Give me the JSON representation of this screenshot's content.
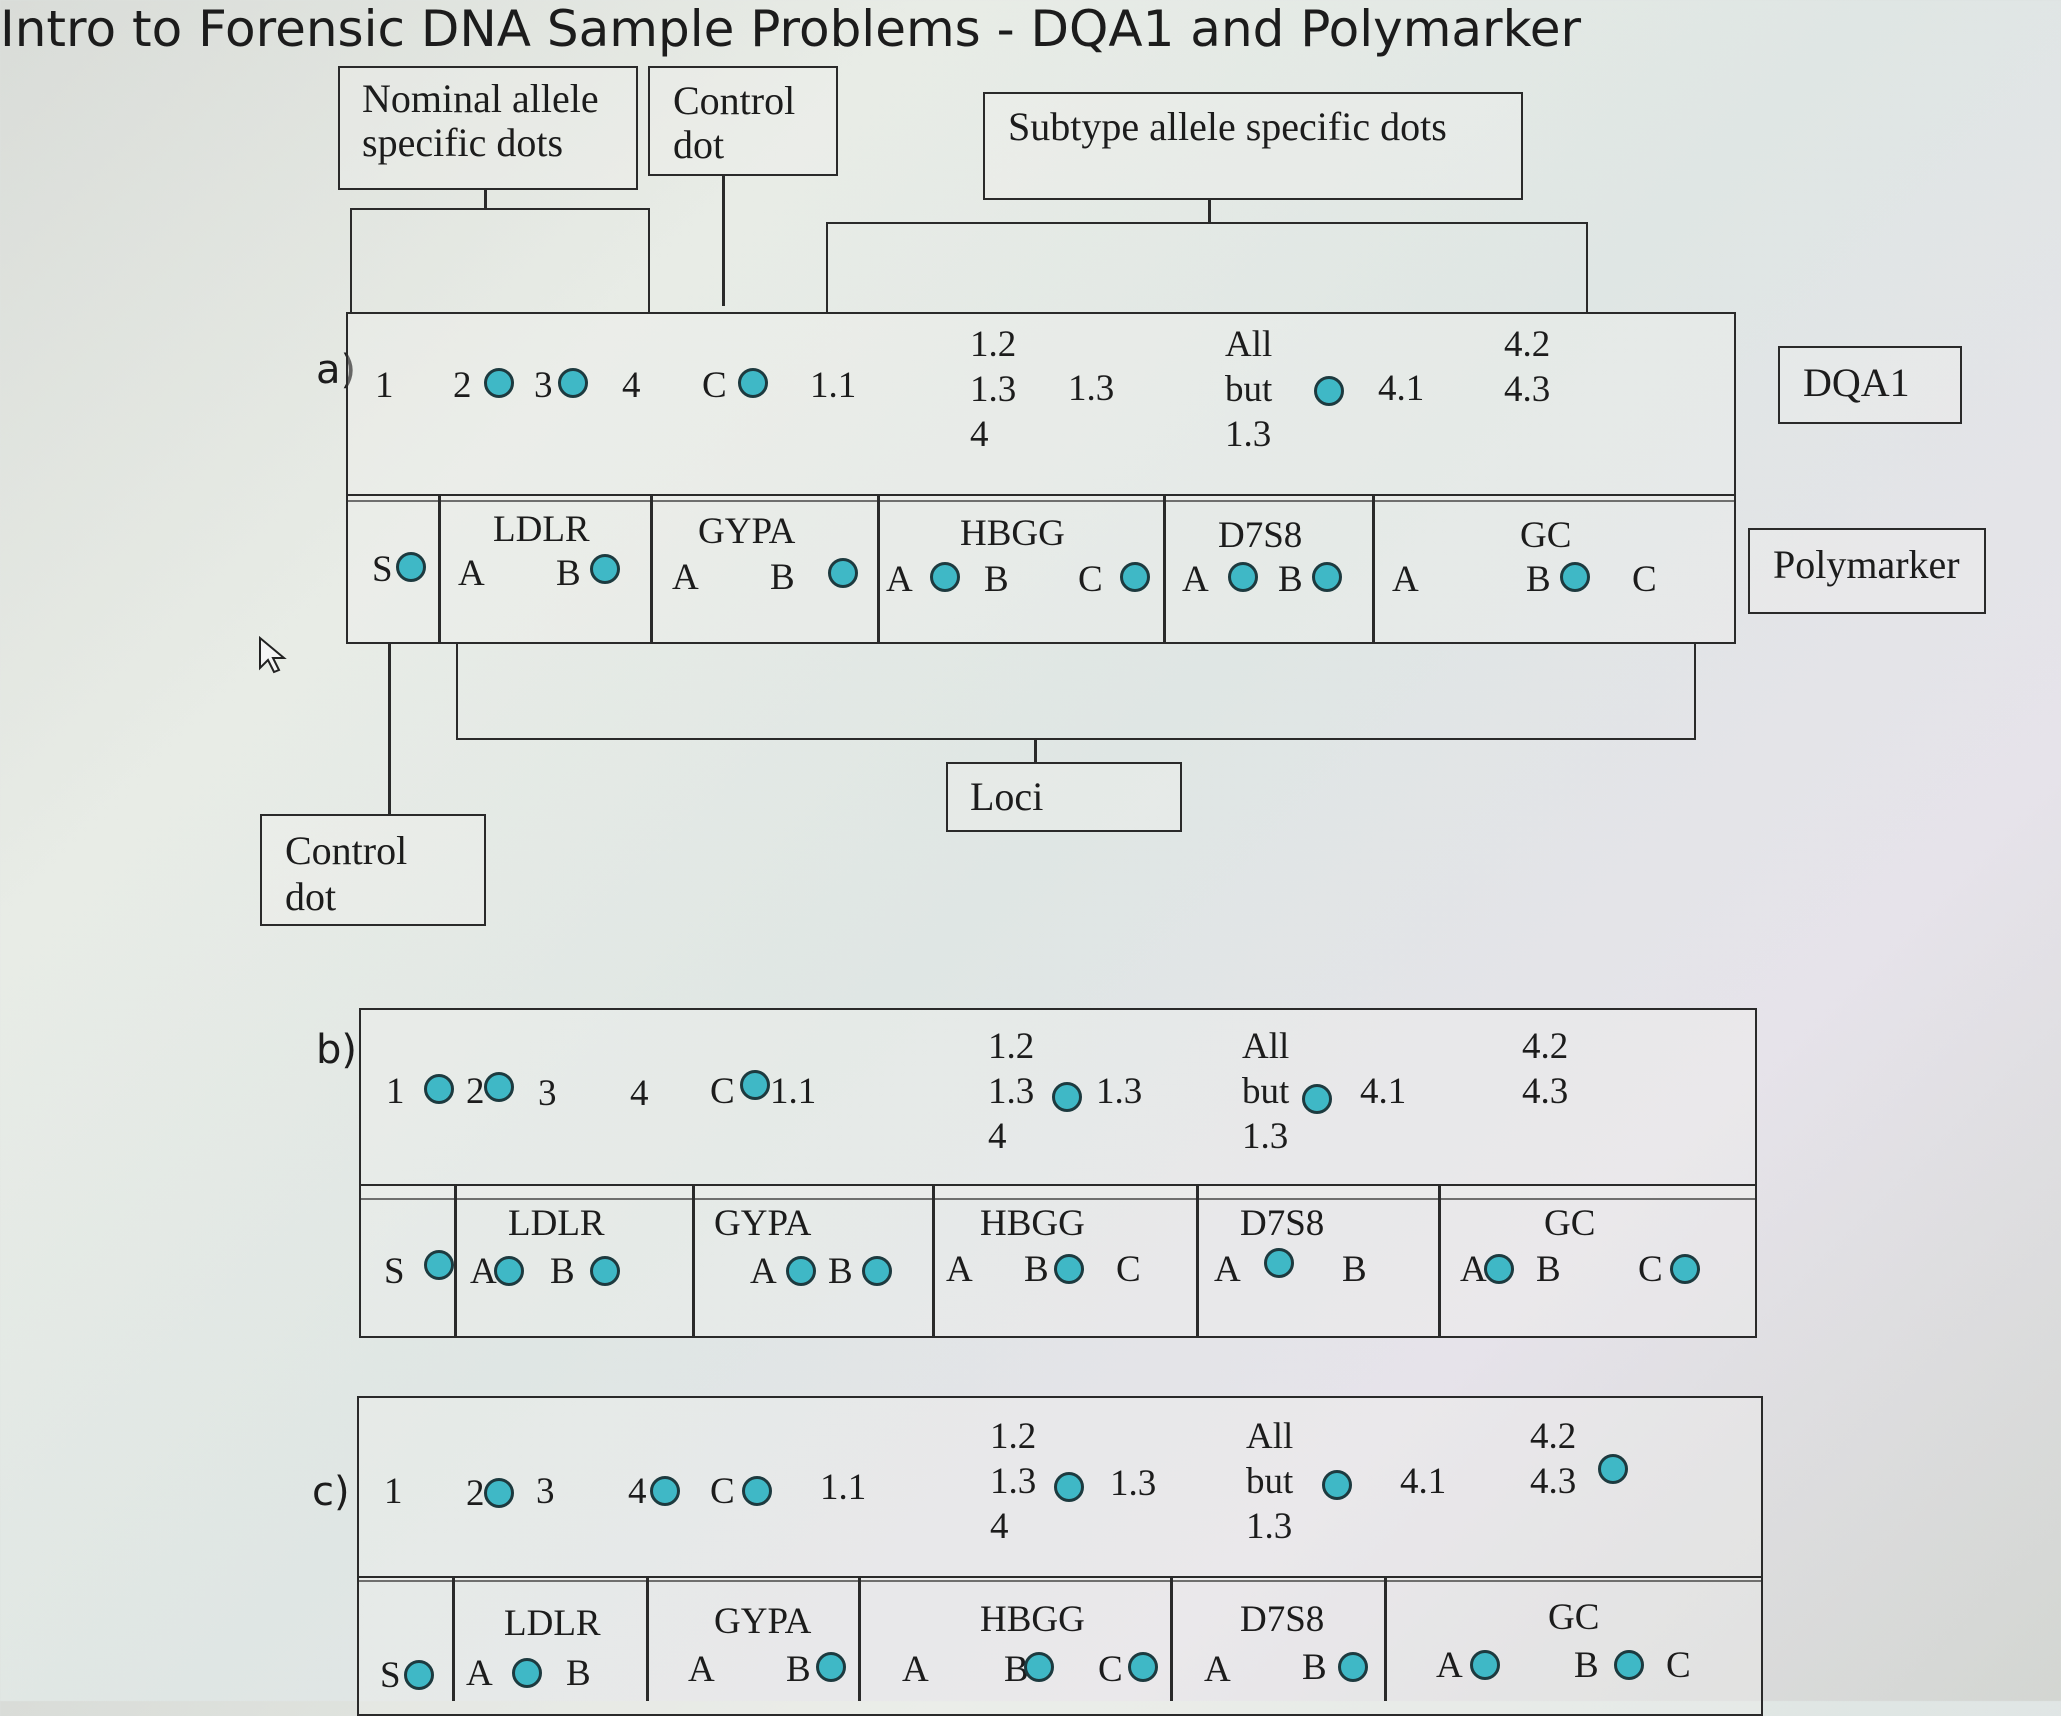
{
  "title": "Intro to Forensic DNA Sample Problems - DQA1 and Polymarker",
  "callouts": {
    "nominal": [
      "Nominal allele",
      "specific dots"
    ],
    "control_top": [
      "Control",
      "dot"
    ],
    "subtype": "Subtype allele specific dots",
    "loci": "Loci",
    "control_bottom": [
      "Control",
      "dot"
    ],
    "dqa1": "DQA1",
    "polymarker": "Polymarker"
  },
  "panel_labels": [
    "a)",
    "b)",
    "c)"
  ],
  "dqa1_labels": {
    "n1": "1",
    "n2": "2",
    "n3": "3",
    "n4": "4",
    "c": "C",
    "n11": "1.1",
    "s12": [
      "1.2",
      "1.3",
      "4"
    ],
    "n13": "1.3",
    "all_but": [
      "All",
      "but",
      "1.3"
    ],
    "n41": "4.1",
    "s42": [
      "4.2",
      "4.3"
    ]
  },
  "poly_labels": {
    "s": "S",
    "a": "A",
    "b": "B",
    "c": "C",
    "loci": [
      "LDLR",
      "GYPA",
      "HBGG",
      "D7S8",
      "GC"
    ]
  },
  "panels": {
    "a": {
      "dqa1_dots": [
        "2",
        "3",
        "C",
        "All but 1.3"
      ],
      "poly_dots": [
        "S",
        "LDLR-B",
        "GYPA-B",
        "HBGG-A",
        "HBGG-C",
        "D7S8-A",
        "D7S8-B",
        "GC-B"
      ]
    },
    "b": {
      "dqa1_dots": [
        "1",
        "2",
        "C",
        "1.2/1.3/4",
        "All but 1.3"
      ],
      "poly_dots": [
        "S",
        "LDLR-A",
        "LDLR-B",
        "GYPA-A",
        "GYPA-B",
        "HBGG-B",
        "D7S8-A",
        "GC-A",
        "GC-C"
      ]
    },
    "c": {
      "dqa1_dots": [
        "2",
        "4",
        "C",
        "1.2/1.3/4",
        "All but 1.3",
        "4.2/4.3"
      ],
      "poly_dots": [
        "S",
        "LDLR-A",
        "GYPA-B",
        "HBGG-B",
        "HBGG-C",
        "D7S8-B",
        "GC-A",
        "GC-B"
      ]
    }
  }
}
